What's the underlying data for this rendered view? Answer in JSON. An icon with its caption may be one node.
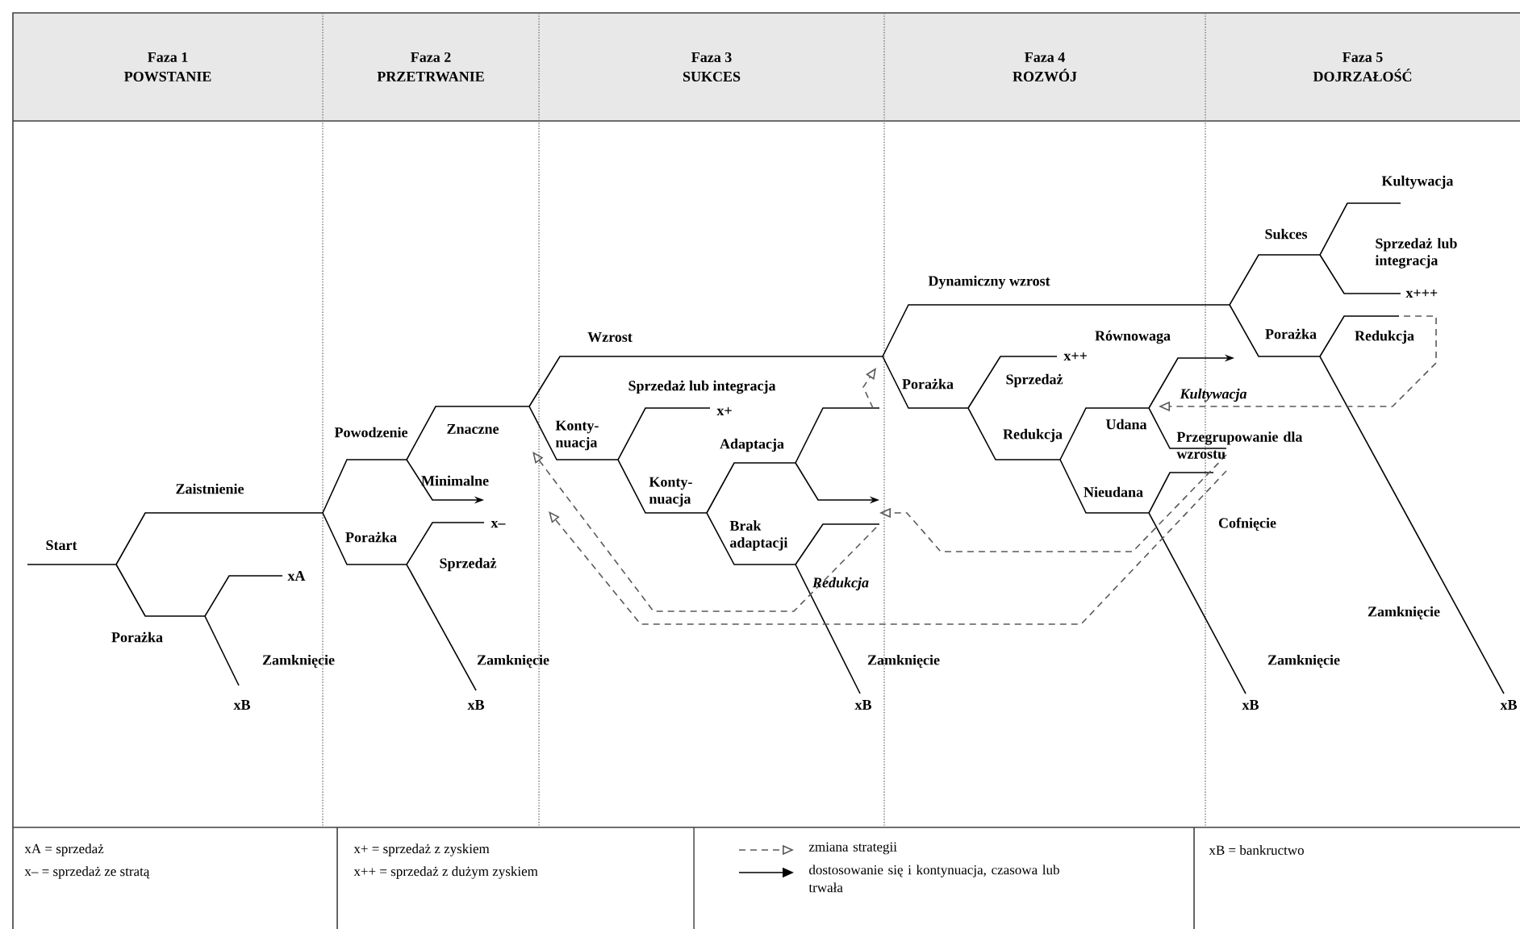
{
  "diagram": {
    "nodes": [
      {
        "text": [
          "Faza 1",
          "POWSTANIE"
        ]
      },
      {
        "text": [
          "Faza 2",
          "PRZETRWANIE"
        ]
      },
      {
        "text": [
          "Faza 3",
          "SUKCES"
        ]
      },
      {
        "text": [
          "Faza 4",
          "ROZWÓJ"
        ]
      },
      {
        "text": [
          "Faza 5",
          "DOJRZAŁOŚĆ"
        ]
      }
    ],
    "labels": [
      "Kultywacja",
      "Sukces",
      "Sprzedaż lub integracja",
      "Dynamiczny wzrost",
      "x+++",
      "Wzrost",
      "Równowaga",
      "Porażka",
      "Redukcja",
      "x++",
      "Sprzedaż lub integracja",
      "Porażka",
      "Sprzedaż",
      "Kultywacja",
      "x+",
      "Powodzenie",
      "Znaczne",
      "Konty- nuacja",
      "Adaptacja",
      "Redukcja",
      "Udana",
      "Przegrupowanie dla wzrostu",
      "Zaistnienie",
      "Minimalne",
      "Konty- nuacja",
      "Nieudana",
      "Start",
      "Porażka",
      "x–",
      "Brak adaptacji",
      "Cofnięcie",
      "xA",
      "Sprzedaż",
      "Redukcja",
      "Zamknięcie",
      "Porażka",
      "Zamknięcie",
      "Zamknięcie",
      "Zamknięcie",
      "Zamknięcie",
      "xB",
      "xB",
      "xB",
      "xB",
      "xB",
      "xA = sprzedaż",
      "x+ = sprzedaż z zyskiem",
      "xB = bankructwo",
      "x– = sprzedaż ze stratą",
      "x++ = sprzedaż z dużym zyskiem"
    ],
    "legend": [
      {
        "text": "zmiana strategii"
      },
      {
        "text": "dostosowanie się i kontynuacja, czasowa lub trwała"
      }
    ]
  }
}
